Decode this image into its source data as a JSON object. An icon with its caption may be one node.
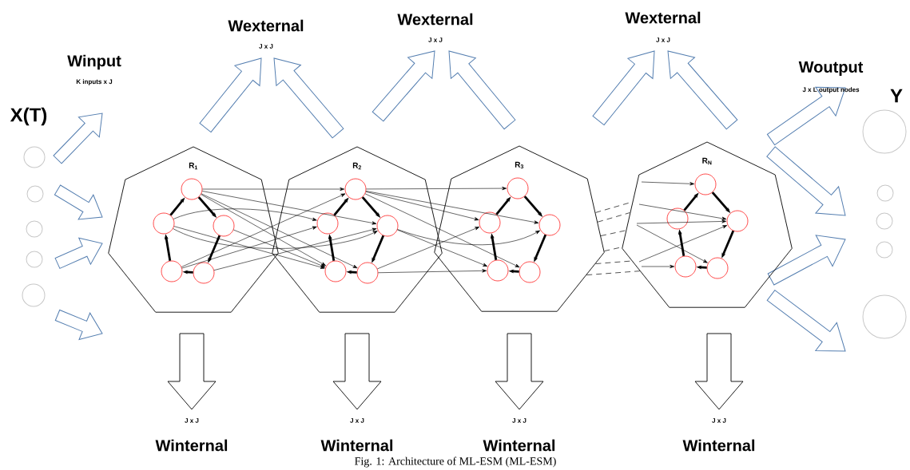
{
  "diagram": {
    "caption": "Fig. 1: Architecture of ML-ESM (ML-ESM)",
    "nodes": [
      {
        "text": [],
        "shape": "circle"
      },
      {
        "text": [],
        "shape": "circle"
      },
      {
        "text": [],
        "shape": "circle"
      },
      {
        "text": [],
        "shape": "circle"
      },
      {
        "text": [],
        "shape": "circle"
      },
      {
        "text": [
          "R$_{1}$"
        ]
      },
      {
        "text": [],
        "shape": "circle",
        "in": 5
      },
      {
        "text": [],
        "shape": "circle",
        "in": 5
      },
      {
        "text": [],
        "shape": "circle",
        "in": 5
      },
      {
        "text": [],
        "shape": "circle",
        "in": 5
      },
      {
        "text": [],
        "shape": "circle",
        "in": 5
      },
      {
        "text": [
          "R$_{2}$"
        ]
      },
      {
        "text": [],
        "shape": "circle",
        "in": 11
      },
      {
        "text": [],
        "shape": "circle",
        "in": 11
      },
      {
        "text": [],
        "shape": "circle",
        "in": 11
      },
      {
        "text": [],
        "shape": "circle",
        "in": 11
      },
      {
        "text": [],
        "shape": "circle",
        "in": 11
      },
      {
        "text": [
          "R$_{3}$"
        ]
      },
      {
        "text": [],
        "shape": "circle",
        "in": 17
      },
      {
        "text": [],
        "shape": "circle",
        "in": 17
      },
      {
        "text": [],
        "shape": "circle",
        "in": 17
      },
      {
        "text": [],
        "shape": "circle",
        "in": 17
      },
      {
        "text": [],
        "shape": "circle",
        "in": 17
      },
      {
        "text": [
          "R$_{N}$"
        ]
      },
      {
        "text": [],
        "shape": "circle",
        "in": 23
      },
      {
        "text": [],
        "shape": "circle",
        "in": 23
      },
      {
        "text": [],
        "shape": "circle",
        "in": 23
      },
      {
        "text": [],
        "shape": "circle",
        "in": 23
      },
      {
        "text": [],
        "shape": "circle",
        "in": 23
      },
      {
        "text": [],
        "shape": "circle"
      },
      {
        "text": [],
        "shape": "circle"
      },
      {
        "text": [],
        "shape": "circle"
      },
      {
        "text": [],
        "shape": "circle"
      },
      {
        "text": [],
        "shape": "circle"
      }
    ],
    "edges": [
      {
        "from": 7,
        "to": 6,
        "arrow": "to",
        "style": "thick"
      },
      {
        "from": 6,
        "to": 8,
        "arrow": "to",
        "style": "thick"
      },
      {
        "from": 8,
        "to": 10,
        "arrow": "to",
        "style": "thick"
      },
      {
        "from": 10,
        "to": 9,
        "arrow": "to",
        "style": "thick"
      },
      {
        "from": 9,
        "to": 7,
        "arrow": "to",
        "style": "thick"
      },
      {
        "from": 13,
        "to": 12,
        "arrow": "to",
        "style": "thick"
      },
      {
        "from": 12,
        "to": 14,
        "arrow": "to",
        "style": "thick"
      },
      {
        "from": 14,
        "to": 16,
        "arrow": "to",
        "style": "thick"
      },
      {
        "from": 16,
        "to": 15,
        "arrow": "to",
        "style": "thick"
      },
      {
        "from": 15,
        "to": 13,
        "arrow": "to",
        "style": "thick"
      },
      {
        "from": 19,
        "to": 18,
        "arrow": "to",
        "style": "thick"
      },
      {
        "from": 18,
        "to": 20,
        "arrow": "to",
        "style": "thick"
      },
      {
        "from": 20,
        "to": 22,
        "arrow": "to",
        "style": "thick"
      },
      {
        "from": 22,
        "to": 21,
        "arrow": "to",
        "style": "thick"
      },
      {
        "from": 21,
        "to": 19,
        "arrow": "to",
        "style": "thick"
      },
      {
        "from": 25,
        "to": 24,
        "arrow": "to",
        "style": "thick"
      },
      {
        "from": 24,
        "to": 26,
        "arrow": "to",
        "style": "thick"
      },
      {
        "from": 26,
        "to": 28,
        "arrow": "to",
        "style": "thick"
      },
      {
        "from": 28,
        "to": 27,
        "arrow": "to",
        "style": "thick"
      },
      {
        "from": 27,
        "to": 25,
        "arrow": "to",
        "style": "thick"
      },
      {
        "from": 6,
        "to": 12,
        "arrow": "to"
      },
      {
        "from": 6,
        "to": 14,
        "arrow": "to"
      },
      {
        "from": 6,
        "to": 15,
        "arrow": "to"
      },
      {
        "from": 6,
        "to": 16,
        "arrow": "to"
      },
      {
        "from": 7,
        "to": 13,
        "arrow": "to"
      },
      {
        "from": 7,
        "to": 14,
        "arrow": "to"
      },
      {
        "from": 7,
        "to": 15,
        "arrow": "to"
      },
      {
        "from": 8,
        "to": 15,
        "arrow": "to"
      },
      {
        "from": 9,
        "to": 12,
        "arrow": "to"
      },
      {
        "from": 9,
        "to": 13,
        "arrow": "to"
      },
      {
        "from": 10,
        "to": 14,
        "arrow": "to"
      },
      {
        "from": 12,
        "to": 18,
        "arrow": "to"
      },
      {
        "from": 12,
        "to": 19,
        "arrow": "to"
      },
      {
        "from": 12,
        "to": 20,
        "arrow": "to"
      },
      {
        "from": 12,
        "to": 22,
        "arrow": "to"
      },
      {
        "from": 14,
        "to": 20,
        "arrow": "to"
      },
      {
        "from": 14,
        "to": 21,
        "arrow": "to"
      },
      {
        "from": 16,
        "to": 19,
        "arrow": "to"
      },
      {
        "from": 16,
        "to": 21,
        "arrow": "to"
      },
      {
        "from": 17,
        "to": 23,
        "arrow": "none",
        "style": "dashed"
      },
      {
        "from": 17,
        "to": 23,
        "arrow": "none",
        "style": "dashed"
      },
      {
        "from": 17,
        "to": 23,
        "arrow": "none",
        "style": "dashed"
      },
      {
        "from": 17,
        "to": 23,
        "arrow": "none",
        "style": "dashed"
      },
      {
        "from": 17,
        "to": 23,
        "arrow": "none",
        "style": "dashed"
      },
      {
        "from": 17,
        "to": 23,
        "arrow": "none",
        "style": "dashed"
      },
      {
        "from": null,
        "to": 24,
        "arrow": "to"
      },
      {
        "from": null,
        "to": 26,
        "arrow": "to"
      },
      {
        "from": null,
        "to": 26,
        "arrow": "to"
      },
      {
        "from": null,
        "to": 28,
        "arrow": "to"
      },
      {
        "from": null,
        "to": 26,
        "arrow": "to"
      },
      {
        "from": null,
        "to": 27,
        "arrow": "to"
      }
    ],
    "labels": [
      "Wexternal",
      "J x J",
      "Wexternal",
      "J x J",
      "Wexternal",
      "J x J",
      "Winput",
      "K inputs x J",
      "Woutput",
      "J x L output nodes",
      "Y",
      "X(T)",
      "J x J",
      "J x J",
      "J x J",
      "J x J",
      "Winternal",
      "Winternal",
      "Winternal",
      "Winternal"
    ]
  }
}
